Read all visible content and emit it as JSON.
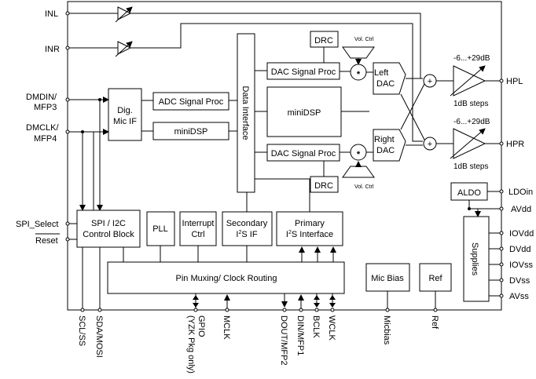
{
  "pins_left": {
    "inl": "INL",
    "inr": "INR",
    "dmdin": "DMDIN/",
    "mfp3": "MFP3",
    "dmclk": "DMCLK/",
    "mfp4": "MFP4",
    "spi_select": "SPI_Select",
    "reset": "Reset"
  },
  "pins_right": {
    "hpl": "HPL",
    "hpr": "HPR",
    "ldoin": "LDOin",
    "avdd": "AVdd",
    "iovdd": "IOVdd",
    "dvdd": "DVdd",
    "iovss": "IOVss",
    "dvss": "DVss",
    "avss": "AVss"
  },
  "pins_bottom": {
    "scl_ss": "SCL/SS",
    "sda_mosi": "SDA/MOSI",
    "gpio": "GPIO",
    "gpio_note": "(YZK Pkg only)",
    "mclk": "MCLK",
    "dout": "DOUT/MFP2",
    "din": "DIN/MFP1",
    "bclk": "BCLK",
    "wclk": "WCLK",
    "micbias": "Micbias",
    "ref": "Ref"
  },
  "blocks": {
    "data_interface": "Data Interface",
    "drc_top": "DRC",
    "drc_bottom": "DRC",
    "vol_ctrl_top": "Vol. Ctrl",
    "vol_ctrl_bottom": "Vol. Ctrl",
    "dac_proc_top": "DAC Signal Proc",
    "dac_proc_bottom": "DAC Signal Proc",
    "left_dac_1": "Left",
    "left_dac_2": "DAC",
    "right_dac_1": "Right",
    "right_dac_2": "DAC",
    "minidsp_center": "miniDSP",
    "minidsp_left": "miniDSP",
    "adc_proc": "ADC Signal Proc",
    "dig_mic_1": "Dig.",
    "dig_mic_2": "Mic IF",
    "gain_top": "-6...+29dB",
    "gain_bottom": "-6...+29dB",
    "steps_top": "1dB steps",
    "steps_bottom": "1dB steps",
    "aldo": "ALDO",
    "supplies": "Supplies",
    "spi_i2c_1": "SPI / I2C",
    "spi_i2c_2": "Control Block",
    "pll": "PLL",
    "interrupt_1": "Interrupt",
    "interrupt_2": "Ctrl",
    "secondary_1": "Secondary",
    "secondary_2_a": "I",
    "secondary_2_sup": "2",
    "secondary_2_b": "S IF",
    "primary_1": "Primary",
    "primary_2_a": "I",
    "primary_2_sup": "2",
    "primary_2_b": "S Interface",
    "pin_muxing": "Pin Muxing/ Clock Routing",
    "mic_bias": "Mic Bias",
    "ref_block": "Ref",
    "multiply": "*",
    "sum": "+"
  }
}
